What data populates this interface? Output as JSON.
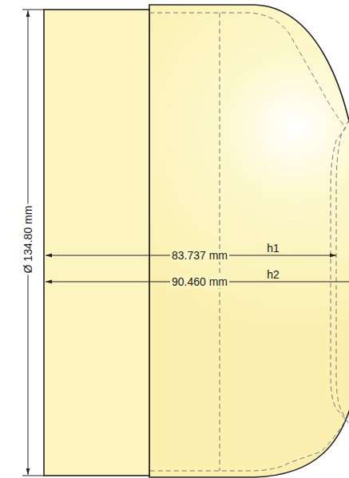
{
  "diagram": {
    "labels": [
      "Ø 134.80 mm",
      "83.737 mm",
      "h1",
      "90.460 mm",
      "h2"
    ]
  }
}
